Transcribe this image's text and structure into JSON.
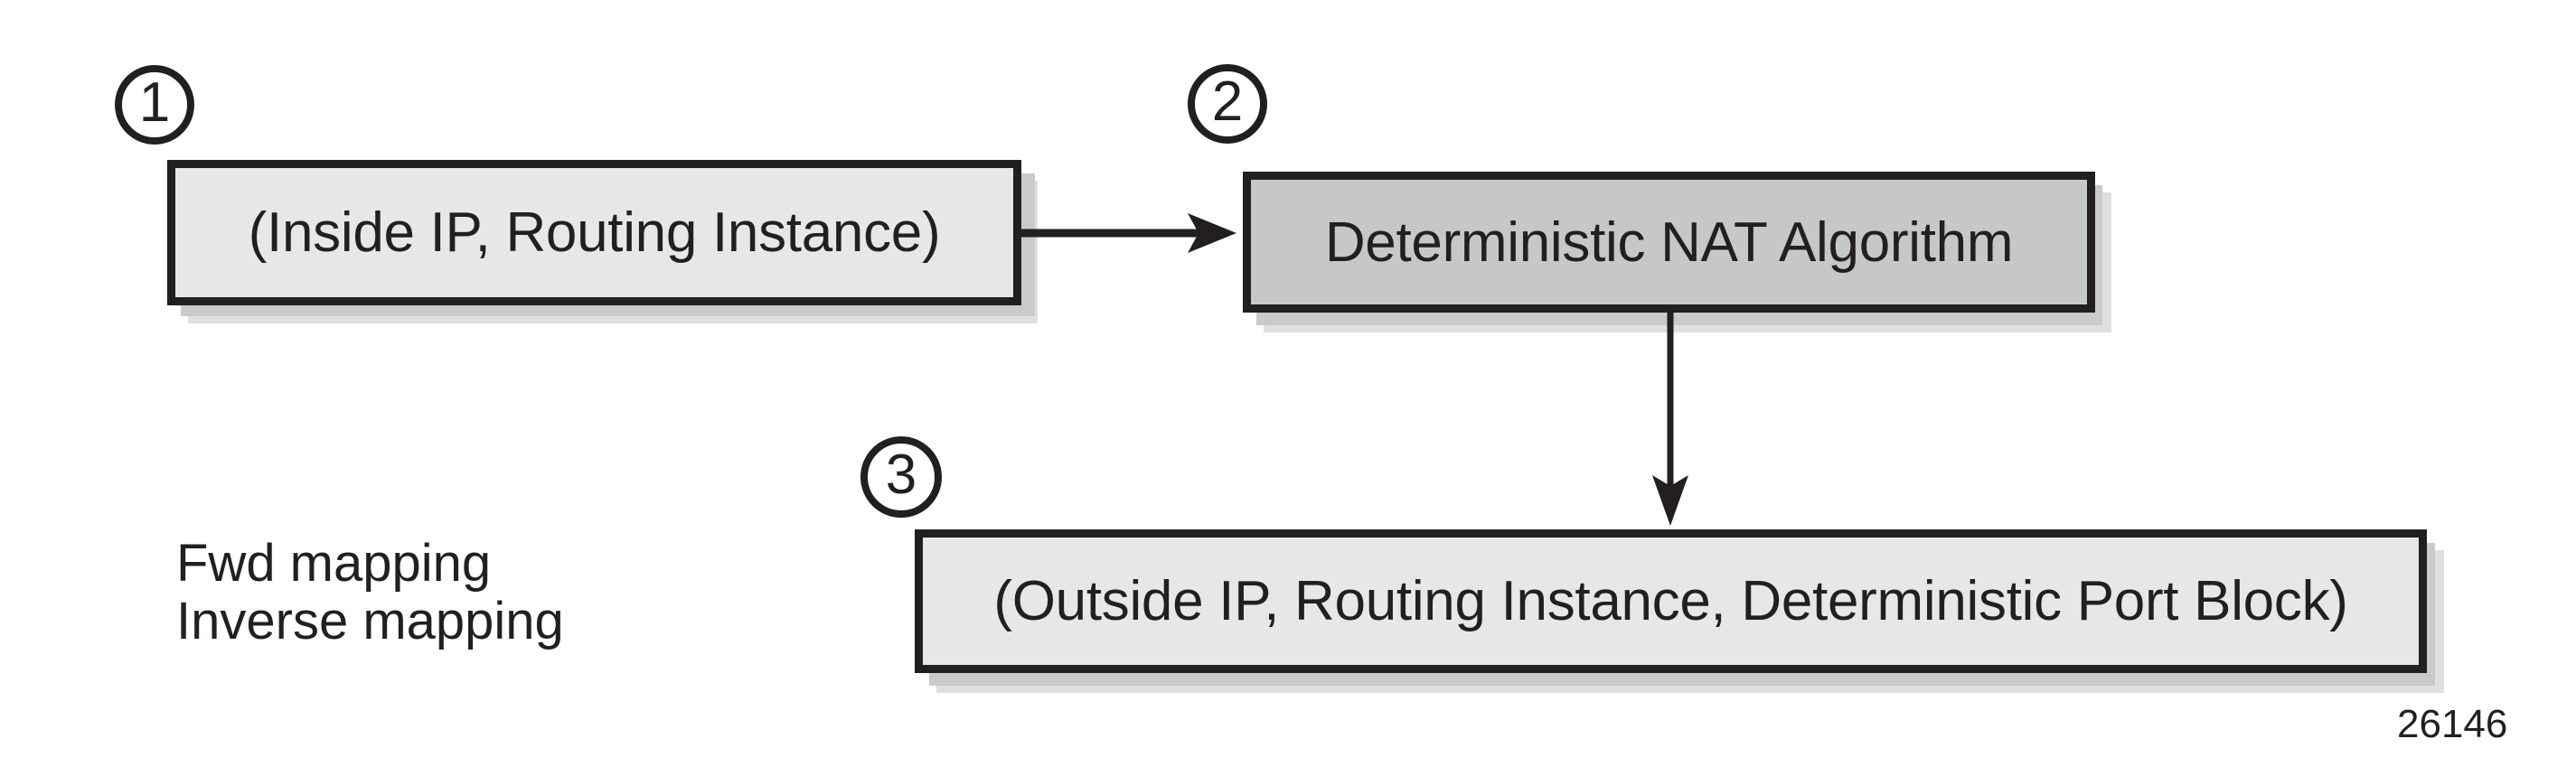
{
  "figure": {
    "id_label": "26146",
    "background_color": "#ffffff",
    "ink_color": "#231f20",
    "light_fill": "#e5e7e8",
    "dark_fill": "#c6c7c8",
    "shadow_outer_color": "#dedfe1",
    "shadow_inner_color": "#c8cacc"
  },
  "callouts": [
    {
      "number": "1",
      "for": "inside-tuple-box"
    },
    {
      "number": "2",
      "for": "deterministic-nat-algorithm-box"
    },
    {
      "number": "3",
      "for": "outside-tuple-box"
    }
  ],
  "nodes": [
    {
      "key": "inside-tuple",
      "label": "(Inside IP, Routing Instance)",
      "fill": "light",
      "font_size": 62
    },
    {
      "key": "deterministic-nat-algorithm",
      "label": "Deterministic NAT Algorithm",
      "fill": "dark",
      "font_size": 62
    },
    {
      "key": "outside-tuple",
      "label": "(Outside IP, Routing Instance, Deterministic Port Block)",
      "fill": "light",
      "font_size": 62
    }
  ],
  "connectors": [
    {
      "key": "inside-to-algorithm",
      "from": "inside-tuple",
      "to": "deterministic-nat-algorithm",
      "orientation": "horizontal",
      "direction": "right"
    },
    {
      "key": "algorithm-to-outside",
      "from": "deterministic-nat-algorithm",
      "to": "outside-tuple",
      "orientation": "vertical",
      "direction": "down"
    }
  ],
  "notes": {
    "mapping_lines": "Fwd mapping\nInverse mapping",
    "forward_mapping_label": "Fwd mapping",
    "inverse_mapping_label": "Inverse mapping"
  }
}
